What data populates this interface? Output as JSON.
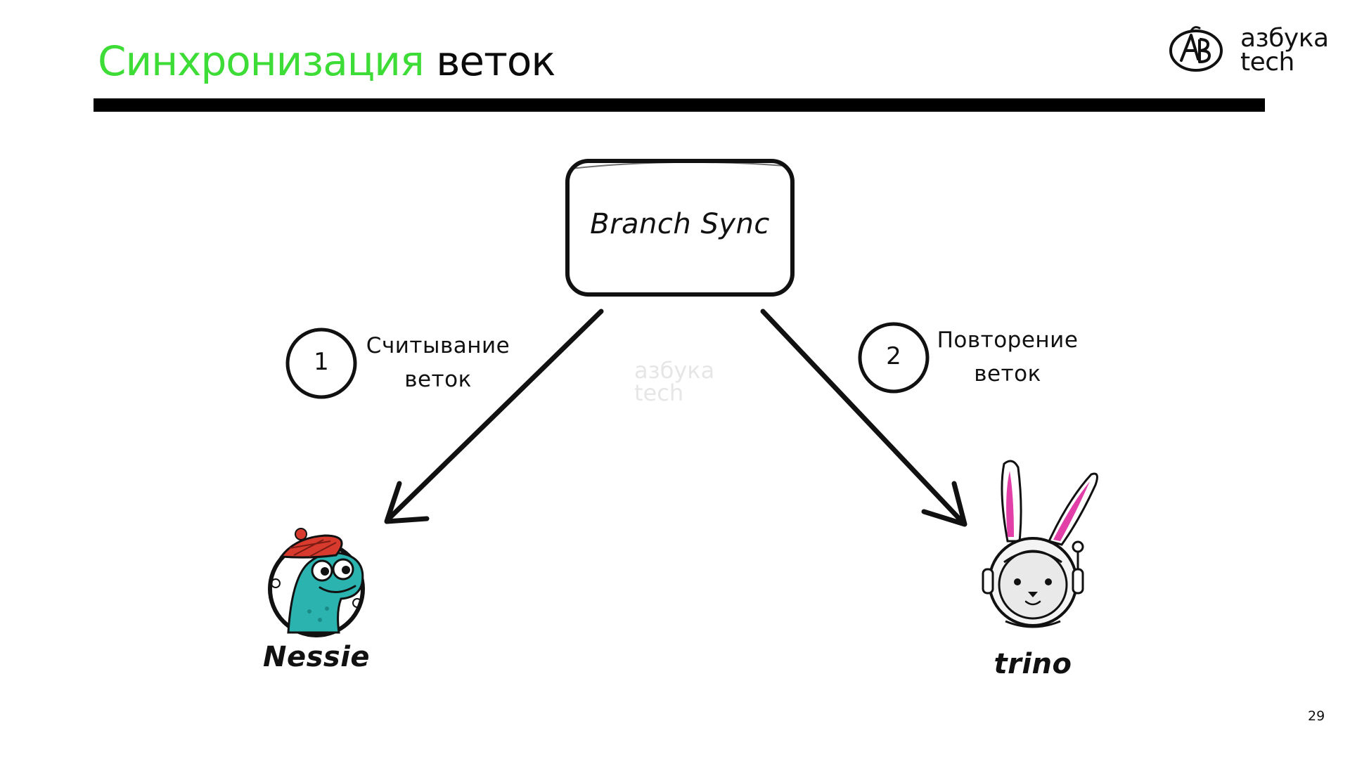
{
  "slide": {
    "title_accent": "Синхронизация",
    "title_rest": "веток",
    "page_number": "29"
  },
  "logo": {
    "line1": "азбука",
    "line2": "tech"
  },
  "diagram": {
    "center_node": "Branch Sync",
    "steps": [
      {
        "number": "1",
        "line1": "Считывание",
        "line2": "веток"
      },
      {
        "number": "2",
        "line1": "Повторение",
        "line2": "веток"
      }
    ],
    "targets": [
      {
        "label": "Nessie"
      },
      {
        "label": "trino"
      }
    ]
  },
  "watermark": {
    "line1": "азбука",
    "line2": "tech"
  },
  "colors": {
    "accent_green": "#3ddc36",
    "ink": "#111111",
    "nessie_teal": "#2bb3b0",
    "nessie_hat": "#d83a2e",
    "trino_pink": "#e23fa9"
  }
}
